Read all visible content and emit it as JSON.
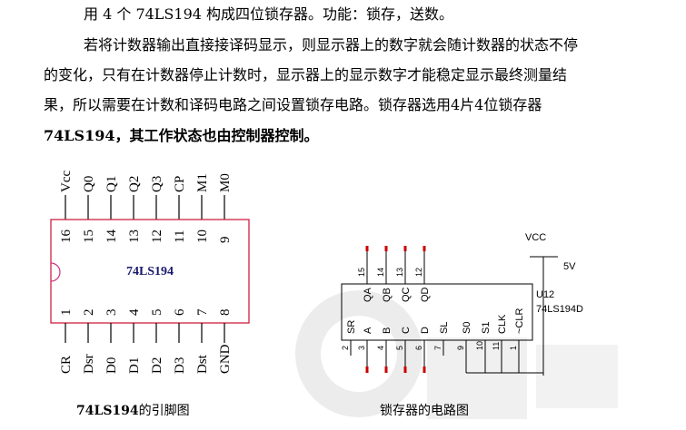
{
  "text": {
    "line1": "用 4 个 74LS194 构成四位锁存器。功能：锁存，送数。",
    "line2": "若将计数器输出直接接译码显示，则显示器上的数字就会随计数器的状态不停",
    "line3": "的变化，只有在计数器停止计数时，显示器上的显示数字才能稳定显示最终测量结",
    "line4": "果，所以需要在计数和译码电路之间设置锁存电路。锁存器选用4片4位锁存器",
    "line5": "74LS194，其工作状态也由控制器控制。"
  },
  "pinout": {
    "chip_label": "74LS194",
    "top_pins": [
      "Vcc",
      "Q0",
      "Q1",
      "Q2",
      "Q3",
      "CP",
      "M1",
      "M0"
    ],
    "top_nums": [
      "16",
      "15",
      "14",
      "13",
      "12",
      "11",
      "10",
      "9"
    ],
    "bottom_nums": [
      "1",
      "2",
      "3",
      "4",
      "5",
      "6",
      "7",
      "8"
    ],
    "bottom_pins": [
      "CR",
      "Dsr",
      "D0",
      "D1",
      "D2",
      "D3",
      "Dst",
      "GND"
    ],
    "caption_bold": "74LS194",
    "caption_rest": "的引脚图"
  },
  "circuit": {
    "vcc": "VCC",
    "voltage": "5V",
    "ref": "U12",
    "part": "74LS194D",
    "top_outputs": [
      "QA",
      "QB",
      "QC",
      "QD"
    ],
    "top_nums": [
      "15",
      "14",
      "13",
      "12"
    ],
    "inputs": [
      "SR",
      "A",
      "B",
      "C",
      "D",
      "SL",
      "S0",
      "S1",
      "CLK",
      "~CLR"
    ],
    "bottom_nums": [
      "2",
      "3",
      "4",
      "5",
      "6",
      "7",
      "9",
      "10",
      "11",
      "1"
    ],
    "caption": "锁存器的电路图"
  },
  "colors": {
    "pin_marker": "#cc0000",
    "chip_text": "#1a1a6e",
    "watermark": "#ebebeb"
  }
}
